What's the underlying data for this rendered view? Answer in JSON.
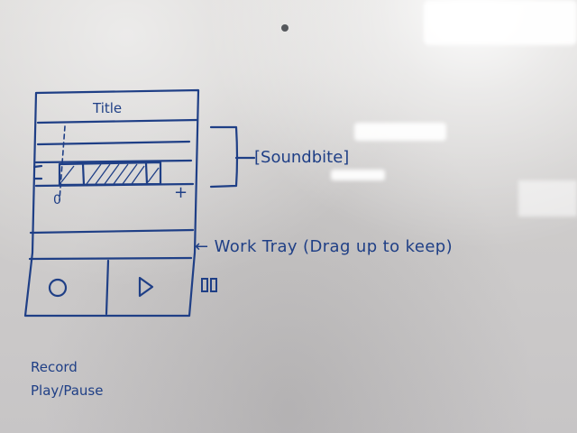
{
  "wireframe": {
    "title_label": "Title",
    "timeline_start_label": "0",
    "timeline_end_label": "+"
  },
  "annotations": {
    "soundbite": "[Soundbite]",
    "work_tray": "← Work Tray (Drag up to keep)",
    "legend_record": "Record",
    "legend_play_pause": "Play/Pause"
  },
  "colors": {
    "marker": "#1f3f86",
    "board": "#cfcdcc"
  },
  "icons": {
    "record": "record-circle-icon",
    "play": "play-triangle-icon",
    "pause": "pause-bars-icon"
  }
}
